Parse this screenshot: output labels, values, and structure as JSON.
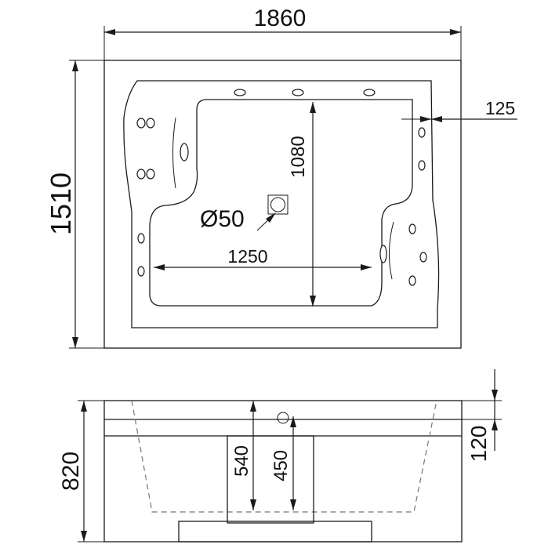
{
  "top_view": {
    "overall_width": "1860",
    "overall_depth": "1510",
    "inner_depth": "1080",
    "inner_width": "1250",
    "rim_width": "125",
    "drain": "Ø50"
  },
  "side_view": {
    "height": "820",
    "rim_height": "120",
    "inner_height_a": "540",
    "inner_height_b": "450"
  }
}
